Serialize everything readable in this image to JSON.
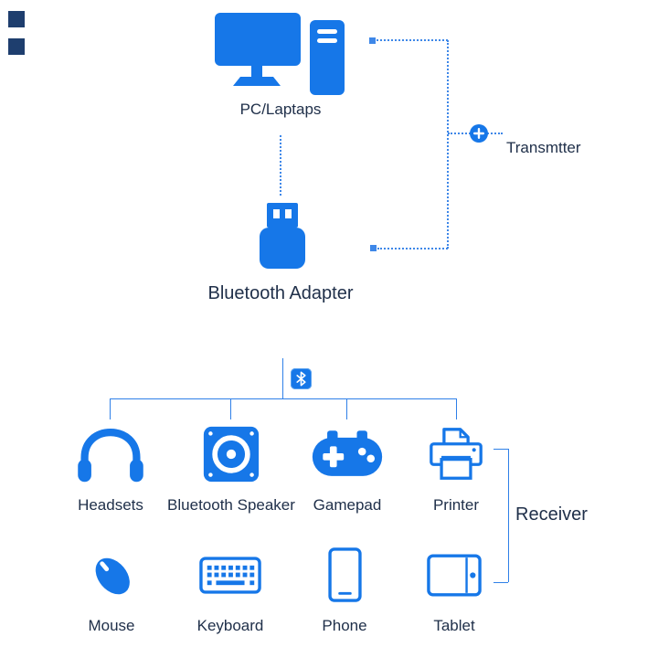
{
  "colors": {
    "accent": "#1677e8",
    "connector_line": "#2f80e8",
    "dotted_line": "#3e87e8",
    "text": "#20304a",
    "corner_marker": "#1e3e6e",
    "background": "#ffffff"
  },
  "nodes": {
    "pc": {
      "label": "PC/Laptaps",
      "icon": "desktop-pc-icon"
    },
    "adapter": {
      "label": "Bluetooth Adapter",
      "icon": "usb-dongle-icon"
    },
    "transmitter": {
      "label": "Transmtter",
      "icon": "plus-icon"
    },
    "receiver": {
      "label": "Receiver"
    },
    "bluetooth": {
      "icon": "bluetooth-icon"
    }
  },
  "devices": {
    "row1": [
      {
        "name": "headsets",
        "label": "Headsets",
        "icon": "headsets-icon"
      },
      {
        "name": "bluetooth-speaker",
        "label": "Bluetooth Speaker",
        "icon": "speaker-icon"
      },
      {
        "name": "gamepad",
        "label": "Gamepad",
        "icon": "gamepad-icon"
      },
      {
        "name": "printer",
        "label": "Printer",
        "icon": "printer-icon"
      }
    ],
    "row2": [
      {
        "name": "mouse",
        "label": "Mouse",
        "icon": "mouse-icon"
      },
      {
        "name": "keyboard",
        "label": "Keyboard",
        "icon": "keyboard-icon"
      },
      {
        "name": "phone",
        "label": "Phone",
        "icon": "phone-icon"
      },
      {
        "name": "tablet",
        "label": "Tablet",
        "icon": "tablet-icon"
      }
    ]
  }
}
